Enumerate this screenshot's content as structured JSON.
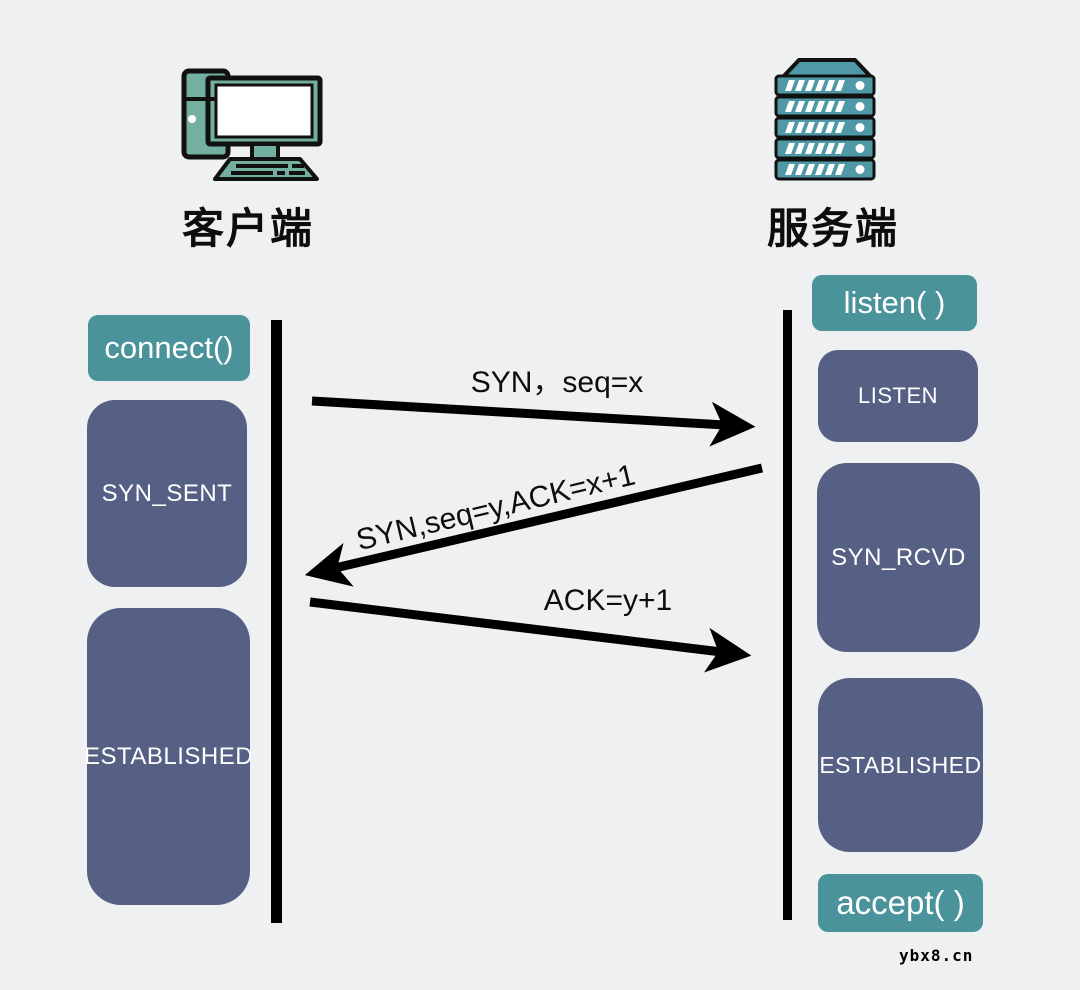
{
  "diagram": {
    "client_title": "客户端",
    "server_title": "服务端",
    "watermark": "ybx8.cn"
  },
  "client": {
    "call": "connect()",
    "states": [
      {
        "label": "SYN_SENT"
      },
      {
        "label": "ESTABLISHED"
      }
    ]
  },
  "server": {
    "call_listen": "listen( )",
    "call_accept": "accept( )",
    "states": [
      {
        "label": "LISTEN"
      },
      {
        "label": "SYN_RCVD"
      },
      {
        "label": "ESTABLISHED"
      }
    ]
  },
  "messages": [
    {
      "seq": 1,
      "label": "SYN，seq=x",
      "from": "client",
      "to": "server"
    },
    {
      "seq": 2,
      "label": "SYN,seq=y,ACK=x+1",
      "from": "server",
      "to": "client"
    },
    {
      "seq": 3,
      "label": "ACK=y+1",
      "from": "client",
      "to": "server"
    }
  ],
  "colors": {
    "background": "#eef0f1",
    "call_pill": "#4a939b",
    "state_box": "#566084",
    "client_icon": "#74b0a0",
    "server_icon": "#4e99a5",
    "arrow": "#000000",
    "text_on_box": "#ffffff"
  }
}
